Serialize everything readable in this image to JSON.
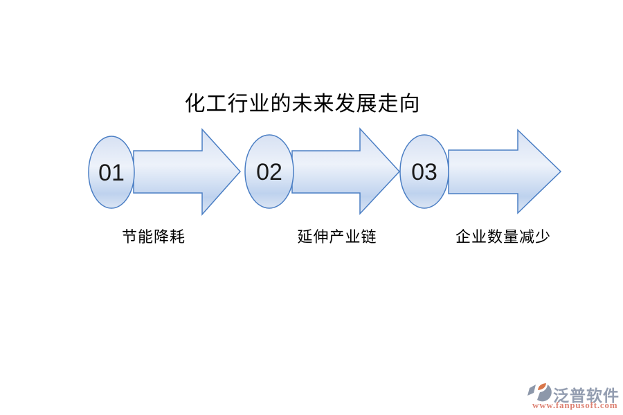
{
  "title": "化工行业的未来发展走向",
  "steps": [
    {
      "number": "01",
      "label": "节能降耗"
    },
    {
      "number": "02",
      "label": "延伸产业链"
    },
    {
      "number": "03",
      "label": "企业数量减少"
    }
  ],
  "watermark": {
    "brand": "泛普软件",
    "url": "www.fanpusoft.com"
  },
  "colors": {
    "shape_border": "#4a7ec4",
    "grad_top": "#d7e1f3",
    "grad_mid": "#edf2fa",
    "grad_shade": "#bed2ee",
    "grad_bottom": "#dbe5f3",
    "logo_gray": "#8d98aa",
    "logo_orange": "#d9764a"
  }
}
